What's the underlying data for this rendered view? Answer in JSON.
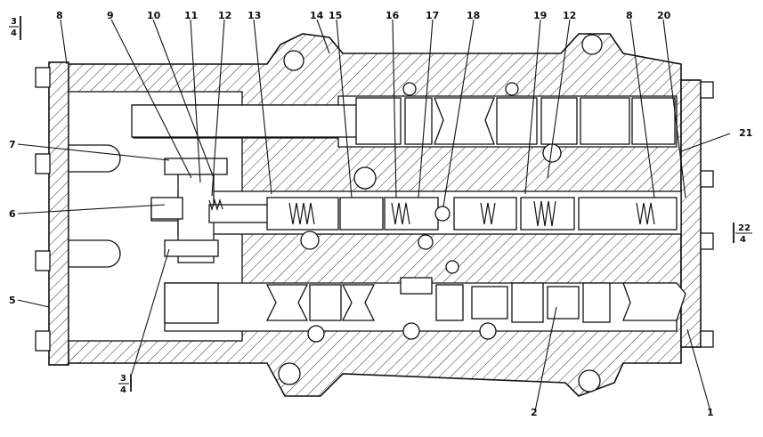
{
  "top_labels": [
    "8",
    "9",
    "10",
    "11",
    "12",
    "13",
    "14",
    "15",
    "16",
    "17",
    "18",
    "19",
    "12",
    "8",
    "20"
  ],
  "left_labels": [
    "7",
    "6",
    "5"
  ],
  "right_labels": [
    "21",
    "1"
  ],
  "bottom_labels": [
    "2"
  ],
  "fraction_top_left": {
    "numerator": "3",
    "denominator": "4"
  },
  "fraction_bottom_left": {
    "numerator": "3",
    "denominator": "4"
  },
  "fraction_right": {
    "numerator": "22",
    "denominator": "4"
  }
}
